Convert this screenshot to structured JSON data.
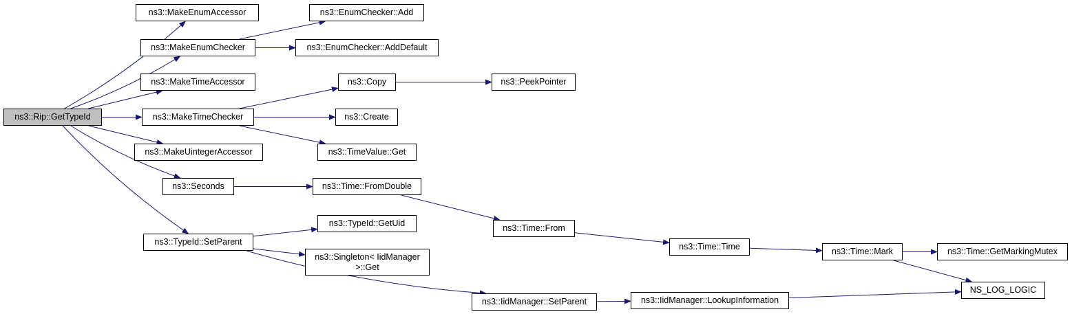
{
  "graph": {
    "edge_color": "#191970",
    "root_fill": "#bfbfbf",
    "nodes": {
      "root": "ns3::Rip::GetTypeId",
      "make_enum_accessor": "ns3::MakeEnumAccessor",
      "make_enum_checker": "ns3::MakeEnumChecker",
      "enum_checker_add": "ns3::EnumChecker::Add",
      "enum_checker_add_default": "ns3::EnumChecker::AddDefault",
      "make_time_accessor": "ns3::MakeTimeAccessor",
      "make_time_checker": "ns3::MakeTimeChecker",
      "copy": "ns3::Copy",
      "peek_pointer": "ns3::PeekPointer",
      "create": "ns3::Create",
      "time_value_get": "ns3::TimeValue::Get",
      "make_uinteger_accessor": "ns3::MakeUintegerAccessor",
      "seconds": "ns3::Seconds",
      "time_from_double": "ns3::Time::FromDouble",
      "time_from": "ns3::Time::From",
      "time_time": "ns3::Time::Time",
      "time_mark": "ns3::Time::Mark",
      "time_get_marking_mutex": "ns3::Time::GetMarkingMutex",
      "ns_log_logic": "NS_LOG_LOGIC",
      "typeid_set_parent": "ns3::TypeId::SetParent",
      "typeid_get_uid": "ns3::TypeId::GetUid",
      "singleton_get": "ns3::Singleton< IidManager\n >::Get",
      "iid_manager_set_parent": "ns3::IidManager::SetParent",
      "iid_manager_lookup_information": "ns3::IidManager::LookupInformation"
    },
    "edges": [
      [
        "root",
        "make_enum_accessor"
      ],
      [
        "root",
        "make_enum_checker"
      ],
      [
        "root",
        "make_time_accessor"
      ],
      [
        "root",
        "make_time_checker"
      ],
      [
        "root",
        "make_uinteger_accessor"
      ],
      [
        "root",
        "seconds"
      ],
      [
        "root",
        "typeid_set_parent"
      ],
      [
        "make_enum_checker",
        "enum_checker_add"
      ],
      [
        "make_enum_checker",
        "enum_checker_add_default"
      ],
      [
        "make_time_checker",
        "copy"
      ],
      [
        "make_time_checker",
        "create"
      ],
      [
        "make_time_checker",
        "time_value_get"
      ],
      [
        "copy",
        "peek_pointer"
      ],
      [
        "seconds",
        "time_from_double"
      ],
      [
        "time_from_double",
        "time_from"
      ],
      [
        "time_from",
        "time_time"
      ],
      [
        "time_time",
        "time_mark"
      ],
      [
        "time_mark",
        "time_get_marking_mutex"
      ],
      [
        "time_mark",
        "ns_log_logic"
      ],
      [
        "typeid_set_parent",
        "typeid_get_uid"
      ],
      [
        "typeid_set_parent",
        "singleton_get"
      ],
      [
        "typeid_set_parent",
        "iid_manager_set_parent"
      ],
      [
        "iid_manager_set_parent",
        "iid_manager_lookup_information"
      ],
      [
        "iid_manager_lookup_information",
        "ns_log_logic"
      ]
    ]
  }
}
